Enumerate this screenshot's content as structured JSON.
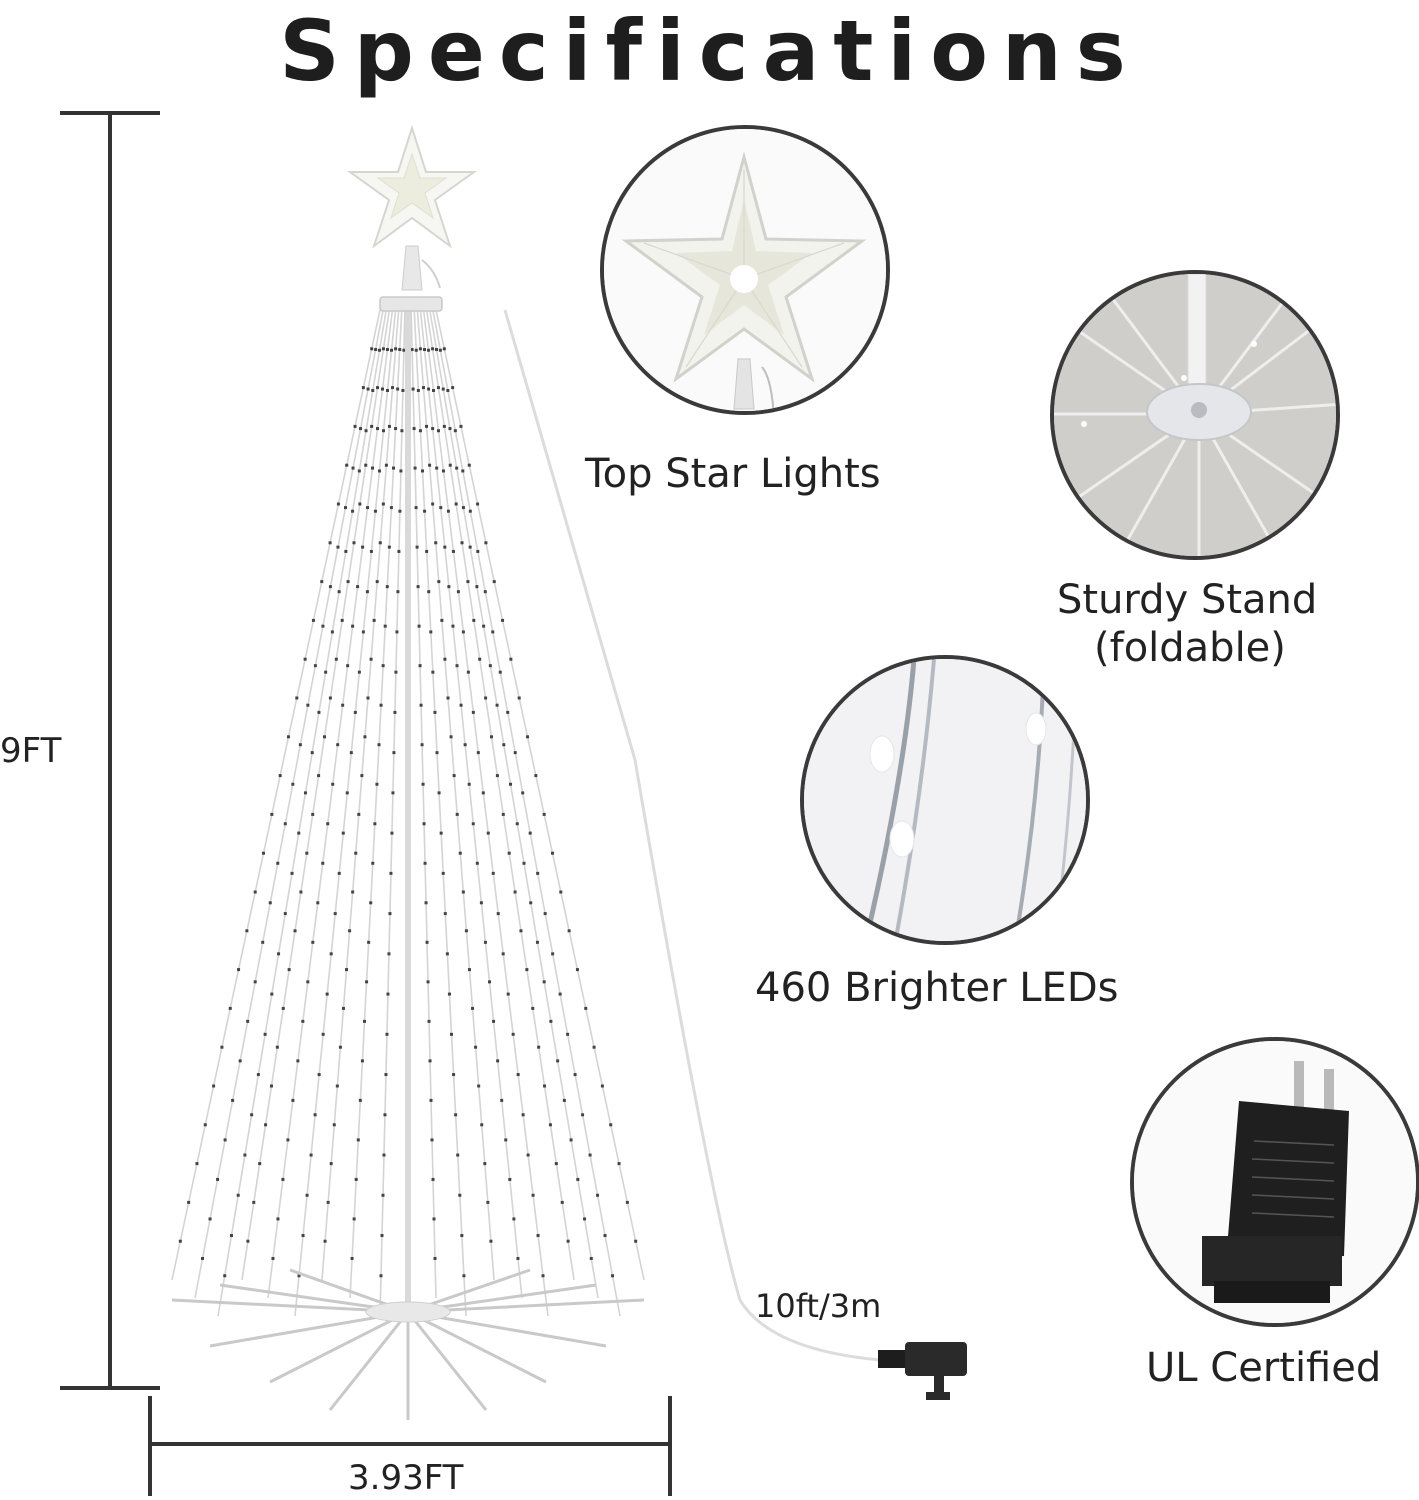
{
  "title": "Specifications",
  "dimensions": {
    "height_label": "9FT",
    "width_label": "3.93FT",
    "cable_label": "10ft/3m"
  },
  "features": [
    {
      "id": "star",
      "label": "Top Star Lights",
      "icon": "star-closeup"
    },
    {
      "id": "stand",
      "label_line1": "Sturdy Stand",
      "label_line2": "(foldable)",
      "icon": "stand-closeup"
    },
    {
      "id": "leds",
      "label": "460 Brighter LEDs",
      "icon": "led-closeup"
    },
    {
      "id": "ul",
      "label": "UL Certified",
      "icon": "power-adapter"
    }
  ],
  "colors": {
    "text": "#222222",
    "dimension_line": "#333333",
    "circle_border": "#3a3a3a"
  }
}
